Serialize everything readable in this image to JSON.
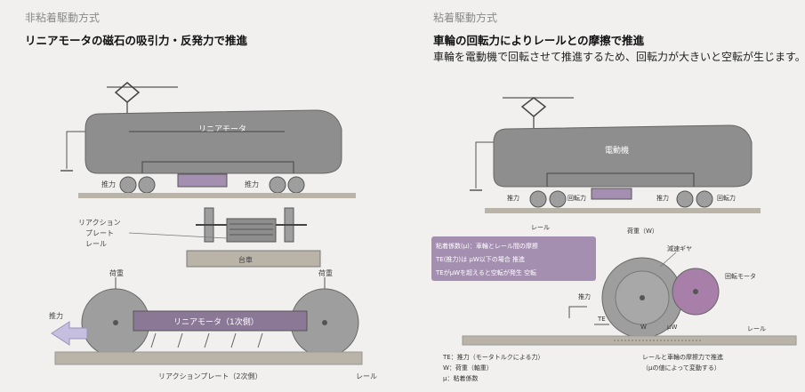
{
  "left": {
    "kicker": "非粘着駆動方式",
    "heading": "リニアモータの磁石の吸引力・反発力で推進",
    "car_label": "リニアモータ",
    "wheel_left_label": "推力",
    "wheel_right_label": "推力",
    "reaction_plate_label": "リアクション\nプレート\nレール",
    "bogie_plate_label": "台車",
    "load_left_label": "荷重",
    "load_right_label": "荷重",
    "thrust_label": "推力",
    "motor_bar_label": "リニアモータ（1次側）",
    "bottom_plate_label": "リアクションプレート（2次側）",
    "rail_label": "レール"
  },
  "right": {
    "kicker": "粘着駆動方式",
    "heading": "車輪の回転力によりレールとの摩擦で推進",
    "description": "車輪を電動機で回転させて推進するため、回転力が大きいと空転が生じます。",
    "car_label": "電動機",
    "label_thrust_a": "推力",
    "label_rotation_a": "回転力",
    "label_thrust_b": "推力",
    "label_rotation_b": "回転力",
    "rail_label": "レール",
    "load_label": "荷重（W）",
    "info_box": [
      "粘着係数(μ)：車輪とレール間の摩擦",
      "TE(推力)は μW以下の場合  推進",
      "TEがμWを超えると空転が発生  空転"
    ],
    "gear_label": "減速ギヤ",
    "motor_label": "回転モータ",
    "te_label": "TE",
    "thrust_label": "推力",
    "w_label": "W",
    "mu_w_label": "μW",
    "rail_label_b": "レール",
    "legend": [
      "TE：推力（モータトルクによる力）",
      "W：荷重（軸重）",
      "μ：粘着係数"
    ],
    "note": "レールと車輪の摩擦力で推進（μの値によって変動する）"
  },
  "colors": {
    "car_body": "#8e8e8e",
    "box_fill": "#a58fb0",
    "wheel": "#9e9e9e",
    "gear": "#a77fa8",
    "rail": "#b9b3a8",
    "thrust_arrow": "#c7bfe0"
  }
}
